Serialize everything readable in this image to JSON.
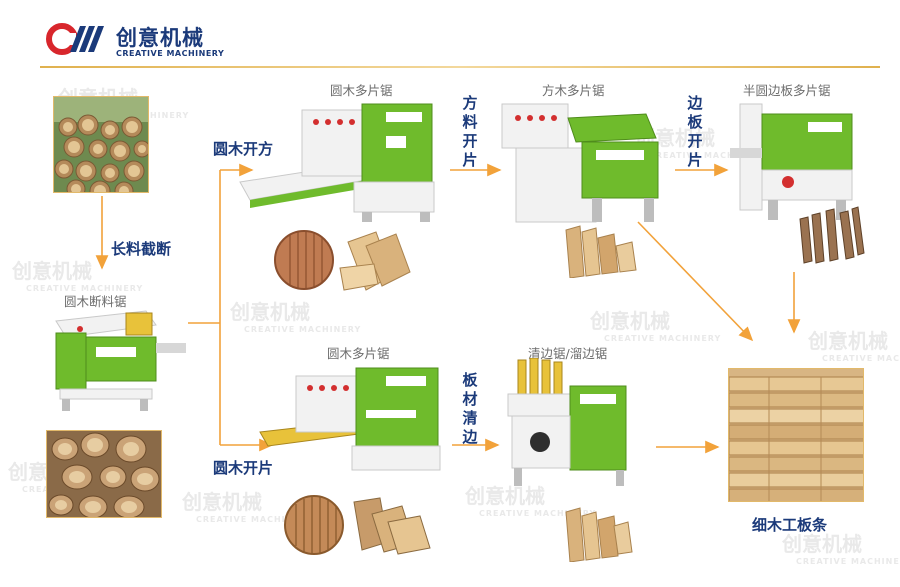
{
  "brand": {
    "name_cn": "创意机械",
    "name_en": "CREATIVE MACHINERY",
    "accent": "#1b3a7a",
    "logo_red": "#d8262c"
  },
  "steps": {
    "cut_to_length": "长料截断",
    "log_cutoff_saw": "圆木断料锯",
    "log_squaring": "圆木开方",
    "log_slicing": "圆木开片",
    "round_log_multi_saw_top": "圆木多片锯",
    "round_log_multi_saw_bottom": "圆木多片锯",
    "square_timber_multi_saw": "方木多片锯",
    "half_round_edge_multi_saw": "半圆边板多片锯",
    "square_to_slices": "方料开片",
    "edge_to_slices": "边板开片",
    "board_edging": "板材清边",
    "edging_saw": "清边锯/溜边锯",
    "final_product": "细木工板条"
  },
  "watermark_text": "创意机械",
  "watermark_sub": "CREATIVE MACHINERY",
  "colors": {
    "machine_green": "#6fbb2c",
    "machine_white": "#f2f2f2",
    "arrow_orange": "#f2a23a",
    "wood": "#d9b27c",
    "rule_gold": "#e0b14e"
  }
}
